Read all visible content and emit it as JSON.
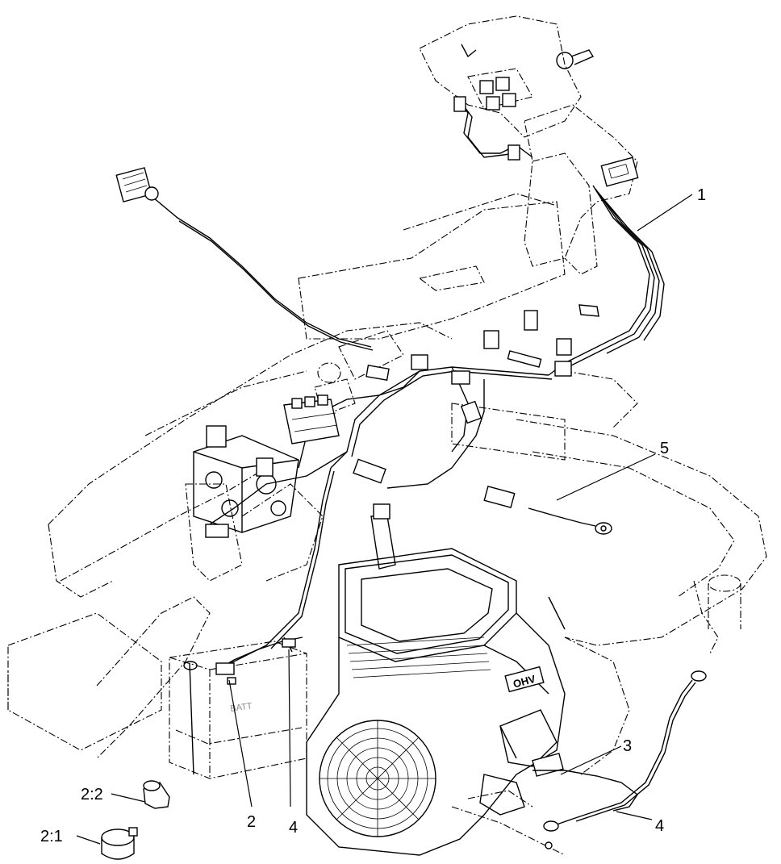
{
  "callouts": [
    {
      "id": "1",
      "text": "1"
    },
    {
      "id": "2",
      "text": "2"
    },
    {
      "id": "2-1",
      "text": "2:1"
    },
    {
      "id": "2-2",
      "text": "2:2"
    },
    {
      "id": "3",
      "text": "3"
    },
    {
      "id": "4a",
      "text": "4"
    },
    {
      "id": "4b",
      "text": "4"
    },
    {
      "id": "5",
      "text": "5"
    }
  ],
  "engine_label": "OHV",
  "battery_label": "BATT"
}
